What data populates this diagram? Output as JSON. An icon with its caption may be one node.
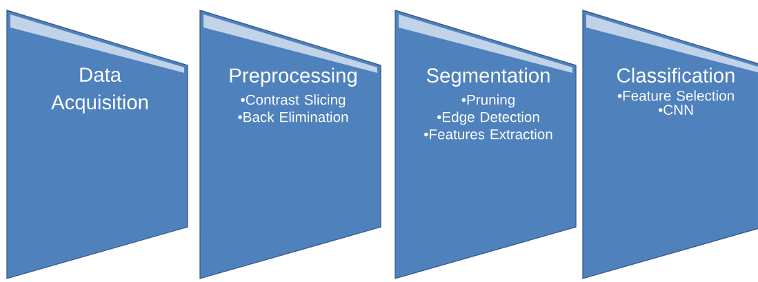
{
  "diagram": {
    "nodes": [
      {
        "text": [
          "Data Acquisition"
        ]
      },
      {
        "text": [
          "Preprocessing",
          "•Contrast Slicing",
          "•Back Elimination"
        ]
      },
      {
        "text": [
          "Segmentation",
          "•Pruning",
          "•Edge Detection",
          "•Features Extraction"
        ]
      },
      {
        "text": [
          "Classification",
          "•Feature Selection",
          "•CNN"
        ]
      }
    ]
  }
}
